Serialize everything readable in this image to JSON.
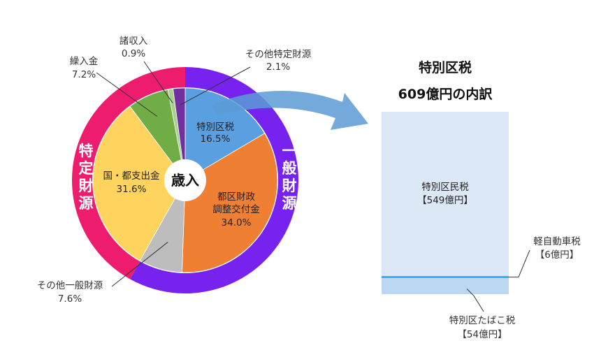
{
  "chart_data": [
    {
      "type": "pie",
      "center_label": "歳入",
      "inner_slices": [
        {
          "name": "特別区税",
          "pct_text": "16.5%",
          "value": 16.5,
          "color": "#5aa0e0"
        },
        {
          "name": "都区財政調整交付金",
          "name_lines": [
            "都区財政",
            "調整交付金"
          ],
          "pct_text": "34.0%",
          "value": 34.0,
          "color": "#ee7f33"
        },
        {
          "name": "その他一般財源",
          "pct_text": "7.6%",
          "value": 7.6,
          "color": "#bdbdbd"
        },
        {
          "name": "国・都支出金",
          "pct_text": "31.6%",
          "value": 31.6,
          "color": "#fed45f"
        },
        {
          "name": "繰入金",
          "pct_text": "7.2%",
          "value": 7.2,
          "color": "#70ad47"
        },
        {
          "name": "諸収入",
          "pct_text": "0.9%",
          "value": 0.9,
          "color": "#a9d08e"
        },
        {
          "name": "その他特定財源",
          "pct_text": "2.1%",
          "value": 2.1,
          "color": "#7030a0"
        }
      ],
      "outer_ring": [
        {
          "name": "一般財源",
          "chars": [
            "一",
            "般",
            "財",
            "源"
          ],
          "value": 58.1,
          "color": "#7722ee"
        },
        {
          "name": "特定財源",
          "chars": [
            "特",
            "定",
            "財",
            "源"
          ],
          "value": 41.9,
          "color": "#ee1c6c"
        }
      ]
    },
    {
      "type": "bar",
      "title_lines": [
        "特別区税",
        "609億円の内訳"
      ],
      "segments": [
        {
          "name": "特別区民税",
          "value_text": "【549億円】",
          "value": 549,
          "color": "#dce8f6"
        },
        {
          "name": "軽自動車税",
          "value_text": "【6億円】",
          "value": 6,
          "color": "#1fa3e0"
        },
        {
          "name": "特別区たばこ税",
          "value_text": "【54億円】",
          "value": 54,
          "color": "#bcd7f1"
        }
      ]
    }
  ],
  "colors": {
    "arrow": "#5b9bd5",
    "leader": "#333333"
  }
}
